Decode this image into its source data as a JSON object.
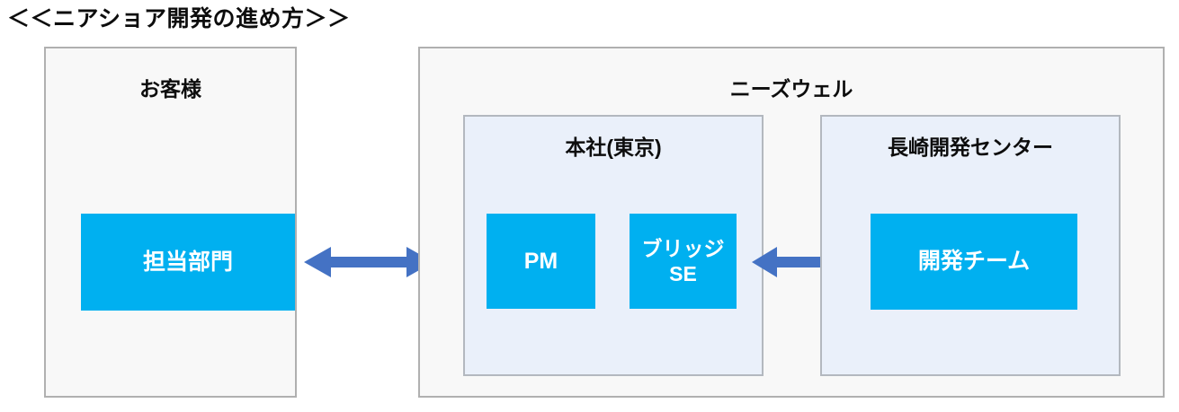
{
  "title": "＜＜ニアショア開発の進め方＞＞",
  "colors": {
    "role_fill": "#00b0f0",
    "role_text": "#ffffff",
    "group_fill": "#f8f8f8",
    "group_border": "#b0b0b0",
    "site_fill": "#eaf0fa",
    "site_border": "#b3b8bf",
    "arrow": "#4472c4",
    "page_background": "#ffffff",
    "title_text": "#0d0d0d"
  },
  "groups": {
    "customer": {
      "title": "お客様",
      "roles": [
        {
          "label": "担当部門"
        }
      ]
    },
    "company": {
      "title": "ニーズウェル",
      "sites": [
        {
          "title": "本社(東京)",
          "roles": [
            {
              "label": "PM"
            },
            {
              "label": "ブリッジ\nSE"
            }
          ]
        },
        {
          "title": "長崎開発センター",
          "roles": [
            {
              "label": "開発チーム"
            }
          ]
        }
      ]
    }
  },
  "connectors": [
    {
      "name": "customer-to-headoffice",
      "type": "double-arrow",
      "direction": "horizontal"
    },
    {
      "name": "bridgese-to-devteam",
      "type": "double-arrow",
      "direction": "horizontal"
    }
  ]
}
